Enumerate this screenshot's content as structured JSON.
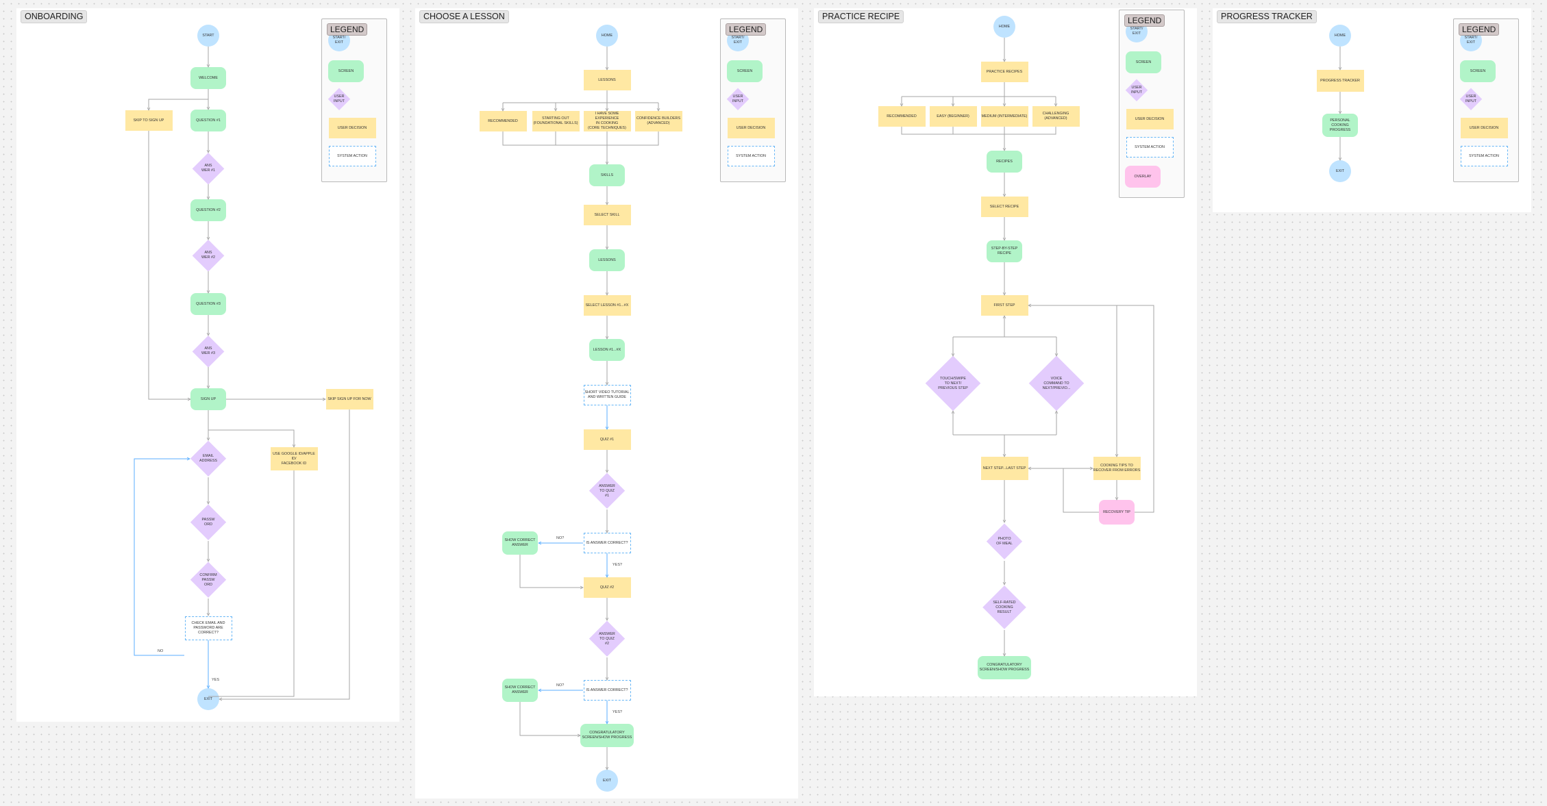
{
  "colors": {
    "start_exit": "#bfe3ff",
    "screen": "#b1f4c8",
    "user_input": "#e3ccfd",
    "user_decision": "#ffe8a3",
    "system_action_border": "#64b5f6",
    "overlay": "#ffc3ec",
    "connector": "#a6a6a6",
    "connector_highlight": "#5aaeff"
  },
  "legend_default": {
    "title": "LEGEND",
    "start_exit": "START/\nEXIT",
    "screen": "SCREEN",
    "user_input": "USER\nINPUT",
    "user_decision": "USER DECISION",
    "system_action": "SYSTEM ACTION",
    "overlay": "OVERLAY"
  },
  "panels": [
    {
      "title": "ONBOARDING",
      "nodes": [
        {
          "id": "start",
          "type": "circle",
          "label": "START"
        },
        {
          "id": "welcome",
          "type": "screen",
          "label": "WELCOME"
        },
        {
          "id": "q1",
          "type": "screen",
          "label": "QUESTION #1"
        },
        {
          "id": "skip",
          "type": "decision",
          "label": "SKIP TO SIGN UP"
        },
        {
          "id": "a1",
          "type": "diamond",
          "label": "ANS\nWER #1"
        },
        {
          "id": "q2",
          "type": "screen",
          "label": "QUESTION #2"
        },
        {
          "id": "a2",
          "type": "diamond",
          "label": "ANS\nWER #2"
        },
        {
          "id": "q3",
          "type": "screen",
          "label": "QUESTION #3"
        },
        {
          "id": "a3",
          "type": "diamond",
          "label": "ANS\nWER #3"
        },
        {
          "id": "signup",
          "type": "screen",
          "label": "SIGN UP"
        },
        {
          "id": "skipnow",
          "type": "decision",
          "label": "SKIP SIGN UP FOR NOW"
        },
        {
          "id": "email",
          "type": "diamond",
          "label": "EMAIL\nADDRESS"
        },
        {
          "id": "google",
          "type": "decision",
          "label": "USE GOOGLE ID/APPLE ID/\nFACEBOOK ID"
        },
        {
          "id": "pw",
          "type": "diamond",
          "label": "PASSW\nORD"
        },
        {
          "id": "cpw",
          "type": "diamond",
          "label": "CONFIRM\nPASSW\nORD"
        },
        {
          "id": "check",
          "type": "system",
          "label": "CHECK EMAIL AND\nPASSWORD ARE\nCORRECT?"
        },
        {
          "id": "exit",
          "type": "circle",
          "label": "EXIT"
        }
      ],
      "edge_labels": [
        {
          "id": "no",
          "text": "NO"
        },
        {
          "id": "yes",
          "text": "YES"
        }
      ]
    },
    {
      "title": "CHOOSE A LESSON",
      "nodes": [
        {
          "id": "home",
          "type": "circle",
          "label": "HOME"
        },
        {
          "id": "lessons",
          "type": "decision",
          "label": "LESSONS"
        },
        {
          "id": "o1",
          "type": "decision",
          "label": "RECOMMENDED"
        },
        {
          "id": "o2",
          "type": "decision",
          "label": "STARTING OUT\n(FOUNDATIONAL SKILLS)"
        },
        {
          "id": "o3",
          "type": "decision",
          "label": "I HAVE SOME EXPERIENCE\nIN COOKING\n(CORE TECHNIQUES)"
        },
        {
          "id": "o4",
          "type": "decision",
          "label": "CONFIDENCE BUILDERS\n(ADVANCED)"
        },
        {
          "id": "skills",
          "type": "screen",
          "label": "SKILLS"
        },
        {
          "id": "selskill",
          "type": "decision",
          "label": "SELECT SKILL"
        },
        {
          "id": "lessons2",
          "type": "screen",
          "label": "LESSONS"
        },
        {
          "id": "sellesson",
          "type": "decision",
          "label": "SELECT LESSON #1...#X"
        },
        {
          "id": "lesson",
          "type": "screen",
          "label": "LESSON #1...#X"
        },
        {
          "id": "video",
          "type": "system",
          "label": "SHORT VIDEO TUTORIAL\nAND WRITTEN GUIDE"
        },
        {
          "id": "quiz1",
          "type": "decision",
          "label": "QUIZ #1"
        },
        {
          "id": "ans1",
          "type": "diamond",
          "label": "ANSWER\nTO QUIZ\n#1"
        },
        {
          "id": "corr1",
          "type": "system",
          "label": "IS ANSWER CORRECT?"
        },
        {
          "id": "show1",
          "type": "screen",
          "label": "SHOW CORRECT\nANSWER"
        },
        {
          "id": "quiz2",
          "type": "decision",
          "label": "QUIZ #2"
        },
        {
          "id": "ans2",
          "type": "diamond",
          "label": "ANSWER\nTO QUIZ\n#2"
        },
        {
          "id": "corr2",
          "type": "system",
          "label": "IS ANSWER CORRECT?"
        },
        {
          "id": "show2",
          "type": "screen",
          "label": "SHOW CORRECT\nANSWER"
        },
        {
          "id": "congrats",
          "type": "screen",
          "label": "CONGRATULATORY\nSCREEN/SHOW PROGRESS"
        },
        {
          "id": "exit",
          "type": "circle",
          "label": "EXIT"
        }
      ],
      "edge_labels": [
        {
          "id": "no1",
          "text": "NO?"
        },
        {
          "id": "yes1",
          "text": "YES?"
        },
        {
          "id": "no2",
          "text": "NO?"
        },
        {
          "id": "yes2",
          "text": "YES?"
        }
      ]
    },
    {
      "title": "PRACTICE RECIPE",
      "has_overlay_legend": true,
      "nodes": [
        {
          "id": "home",
          "type": "circle",
          "label": "HOME"
        },
        {
          "id": "practice",
          "type": "decision",
          "label": "PRACTICE RECIPES"
        },
        {
          "id": "o1",
          "type": "decision",
          "label": "RECOMMENDED"
        },
        {
          "id": "o2",
          "type": "decision",
          "label": "EASY (BEGINNER)"
        },
        {
          "id": "o3",
          "type": "decision",
          "label": "MEDIUM (INTERMEDIATE)"
        },
        {
          "id": "o4",
          "type": "decision",
          "label": "CHALLENGING\n(ADVANCED)"
        },
        {
          "id": "recipes",
          "type": "screen",
          "label": "RECIPES"
        },
        {
          "id": "selrecipe",
          "type": "decision",
          "label": "SELECT RECIPE"
        },
        {
          "id": "step",
          "type": "screen",
          "label": "STEP-BY-STEP\nRECIPE"
        },
        {
          "id": "first",
          "type": "decision",
          "label": "FIRST STEP"
        },
        {
          "id": "touch",
          "type": "diamond",
          "label": "TOUCH/SWIPE\nTO NEXT/\nPREVIOUS STEP"
        },
        {
          "id": "voice",
          "type": "diamond",
          "label": "VOICE\nCOMMAND TO\nNEXT/PREVIO..."
        },
        {
          "id": "next",
          "type": "decision",
          "label": "NEXT STEP...LAST STEP"
        },
        {
          "id": "tips",
          "type": "decision",
          "label": "COOKING TIPS TO\nRECOVER FROM ERRORS"
        },
        {
          "id": "recovery",
          "type": "overlay",
          "label": "RECOVERY TIP"
        },
        {
          "id": "photo",
          "type": "diamond",
          "label": "PHOTO\nOF MEAL"
        },
        {
          "id": "rated",
          "type": "diamond",
          "label": "SELF-RATED\nCOOKING\nRESULT"
        },
        {
          "id": "congrats",
          "type": "screen",
          "label": "CONGRATULATORY\nSCREEN/SHOW PROGRESS"
        }
      ],
      "edge_labels": []
    },
    {
      "title": "PROGRESS TRACKER",
      "nodes": [
        {
          "id": "home",
          "type": "circle",
          "label": "HOME"
        },
        {
          "id": "tracker",
          "type": "decision",
          "label": "PROGRESS TRACKER"
        },
        {
          "id": "personal",
          "type": "screen",
          "label": "PERSONAL\nCOOKING\nPROGRESS"
        },
        {
          "id": "exit",
          "type": "circle",
          "label": "EXIT"
        }
      ],
      "edge_labels": []
    }
  ]
}
